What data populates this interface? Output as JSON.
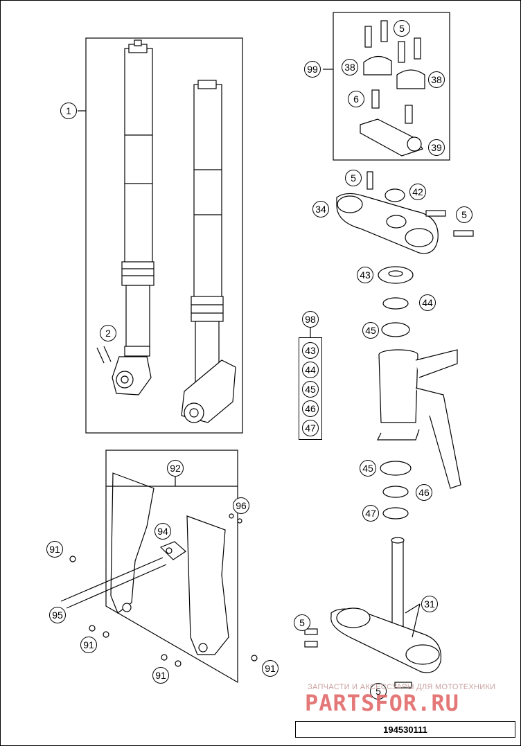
{
  "callouts": {
    "c1": "1",
    "c2": "2",
    "c5a": "5",
    "c99": "99",
    "c38a": "38",
    "c38b": "38",
    "c6": "6",
    "c39": "39",
    "c5b": "5",
    "c42": "42",
    "c34": "34",
    "c5c": "5",
    "c43": "43",
    "c44": "44",
    "c98": "98",
    "c45a": "45",
    "c45b": "45",
    "c46": "46",
    "c47": "47",
    "c92": "92",
    "c96": "96",
    "c94": "94",
    "c91a": "91",
    "c95": "95",
    "c91b": "91",
    "c91c": "91",
    "c91d": "91",
    "c31": "31",
    "c5d": "5",
    "c5e": "5"
  },
  "kit_items": [
    "43",
    "44",
    "45",
    "46",
    "47"
  ],
  "watermark": {
    "top_text": "ЗАПЧАСТИ И АКСЕССУАРЫ ДЛЯ МОТОТЕХНИКИ",
    "logo": "PARTSFOR.RU"
  },
  "drawing_code": "194530111"
}
